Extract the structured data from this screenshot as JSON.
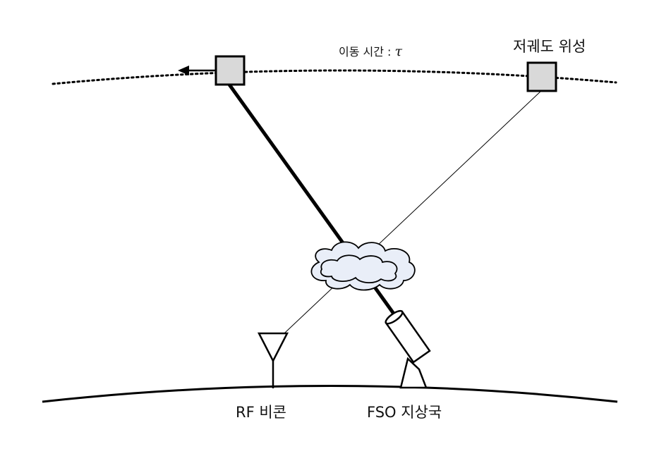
{
  "labels": {
    "leo_satellite": "저궤도 위성",
    "travel_time": "이동 시간 : ",
    "tau_symbol": "τ",
    "rf_beacon": "RF 비콘",
    "fso_ground_station": "FSO 지상국"
  },
  "colors": {
    "satellite_fill": "#d9d9d9",
    "cloud_fill": "#e9eef8",
    "stroke": "#000000"
  }
}
